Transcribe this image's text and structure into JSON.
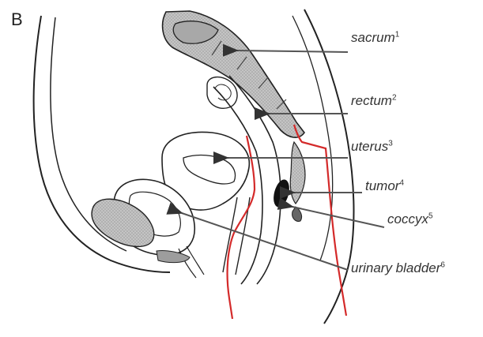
{
  "panel_letter": "B",
  "labels": {
    "sacrum": {
      "text": "sacrum",
      "num": "1"
    },
    "rectum": {
      "text": "rectum",
      "num": "2"
    },
    "uterus": {
      "text": "uterus",
      "num": "3"
    },
    "tumor": {
      "text": "tumor",
      "num": "4"
    },
    "coccyx": {
      "text": "coccyx",
      "num": "5"
    },
    "bladder": {
      "text": "urinary bladder",
      "num": "6"
    }
  },
  "colors": {
    "outline": "#222222",
    "organ_fill": "#b9b9b9",
    "cut_line": "#d42a2a",
    "arrow": "#555555",
    "tumor": "#111111"
  }
}
